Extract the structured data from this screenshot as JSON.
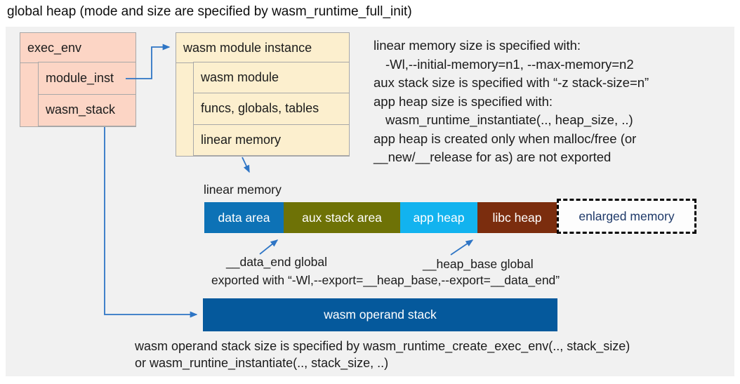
{
  "title": "global heap (mode and size are specified by wasm_runtime_full_init)",
  "exec_env": {
    "label": "exec_env",
    "rows": [
      "module_inst",
      "wasm_stack"
    ]
  },
  "module_instance": {
    "label": "wasm module instance",
    "rows": [
      "wasm module",
      "funcs, globals, tables",
      "linear memory"
    ]
  },
  "notes": {
    "lines": [
      "linear memory size is specified with:",
      "-Wl,--initial-memory=n1, --max-memory=n2",
      "aux stack size is specified with “-z stack-size=n”",
      "app heap size is specified with:",
      "wasm_runtime_instantiate(.., heap_size, ..)",
      "app heap is created only when malloc/free (or",
      "__new/__release for as) are not exported"
    ]
  },
  "linear_memory": {
    "label": "linear memory",
    "segments": [
      {
        "label": "data area",
        "color": "#0d72b6"
      },
      {
        "label": "aux stack area",
        "color": "#6e7206"
      },
      {
        "label": "app heap",
        "color": "#12b3ef"
      },
      {
        "label": "libc heap",
        "color": "#7b2d0e"
      },
      {
        "label": "enlarged memory",
        "color": "#fdfdfd"
      }
    ],
    "annotations": {
      "data_end": "__data_end global",
      "heap_base": "__heap_base global",
      "exported": "exported with “-Wl,--export=__heap_base,--export=__data_end”"
    }
  },
  "operand_stack": {
    "label": "wasm operand stack"
  },
  "footer": {
    "lines": [
      "wasm operand stack size is specified by wasm_runtime_create_exec_env(.., stack_size)",
      "or wasm_runtine_instantiate(.., stack_size, ..)"
    ]
  },
  "colors": {
    "panel_bg": "#f1f1f1",
    "box_border": "#a8a8a8",
    "exec_env_fill": "#fcd5c5",
    "instance_fill": "#fcefce",
    "operand_stack_fill": "#05599c",
    "arrow_blue": "#2e75c5",
    "enlarged_text": "#1e3969"
  }
}
